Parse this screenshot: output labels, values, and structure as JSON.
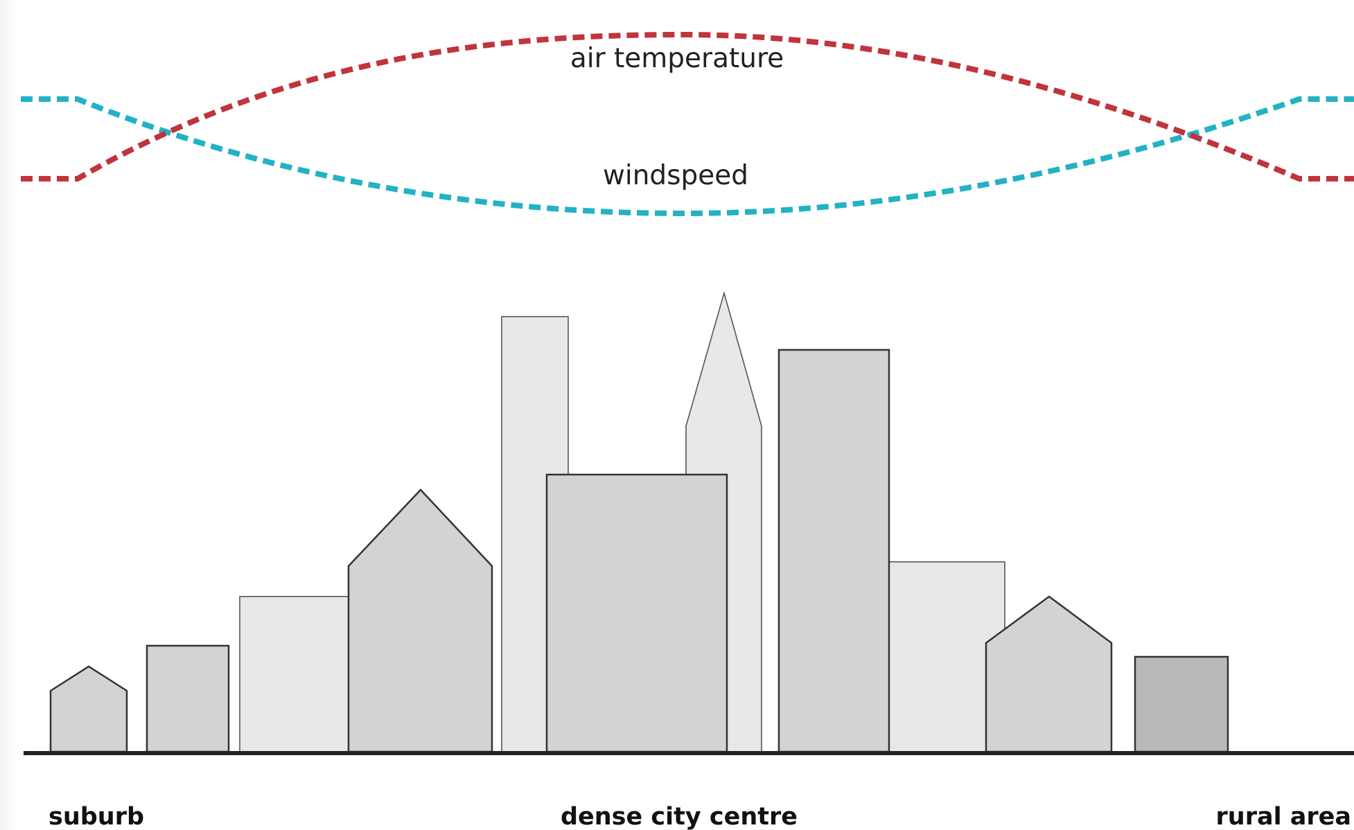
{
  "colors": {
    "air_temperature": "#c0343c",
    "windspeed": "#22b2c4",
    "ground": "#222222",
    "building_light": "#e8e8e8",
    "building_mid": "#d3d3d3",
    "building_dark": "#b9b9b9"
  },
  "curves": {
    "air_temperature_label": "air temperature",
    "windspeed_label": "windspeed"
  },
  "zones": {
    "suburb": "suburb",
    "city_centre": "dense city centre",
    "rural": "rural area"
  }
}
